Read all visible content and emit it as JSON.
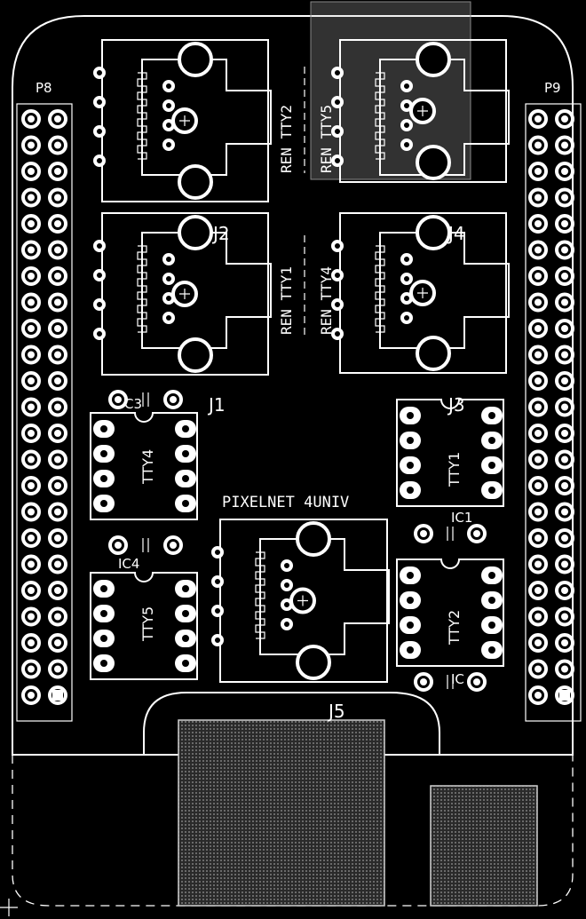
{
  "board": {
    "title": "PIXELNET 4UNIV",
    "headers": {
      "left": "P8",
      "right": "P9"
    },
    "jacks": {
      "j1": "J1",
      "j2": "J2",
      "j3": "J3",
      "j4": "J4",
      "j5": "J5"
    },
    "rotated_labels": {
      "tty2": "REN TTY2",
      "tty5": "REN TTY5",
      "tty1": "REN TTY1",
      "tty4": "REN TTY4"
    },
    "ics": {
      "tty4": "TTY4",
      "tty5": "TTY5",
      "tty1": "TTY1",
      "tty2": "TTY2"
    },
    "components": {
      "c3": "C3",
      "c4": "IC4",
      "ic1": "IC1",
      "ic2": "IC"
    },
    "colors": {
      "background": "#000000",
      "silkscreen": "#ffffff",
      "copper": "#ffffff"
    }
  }
}
